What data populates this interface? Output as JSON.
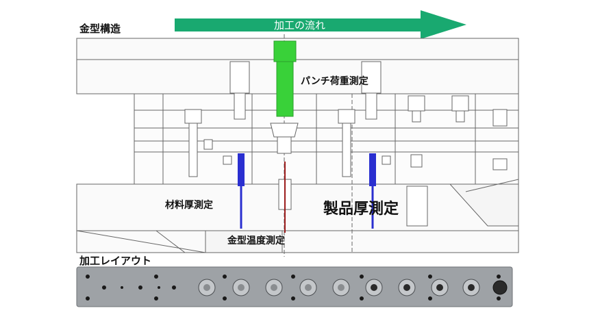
{
  "header": {
    "section_title": "金型構造",
    "flow_label": "加工の流れ"
  },
  "measurements": {
    "punch_load": "パンチ荷重測定",
    "material_thickness": "材料厚測定",
    "product_thickness": "製品厚測定",
    "die_temperature": "金型温度測定"
  },
  "layout_section": {
    "title": "加工レイアウト"
  },
  "colors": {
    "flow_arrow": "#19a970",
    "punch": "#39d139",
    "thickness_sensor": "#2a2fd0",
    "temperature_sensor": "#9b1c1c",
    "line": "#666666",
    "strip": "#9ea2a6"
  }
}
